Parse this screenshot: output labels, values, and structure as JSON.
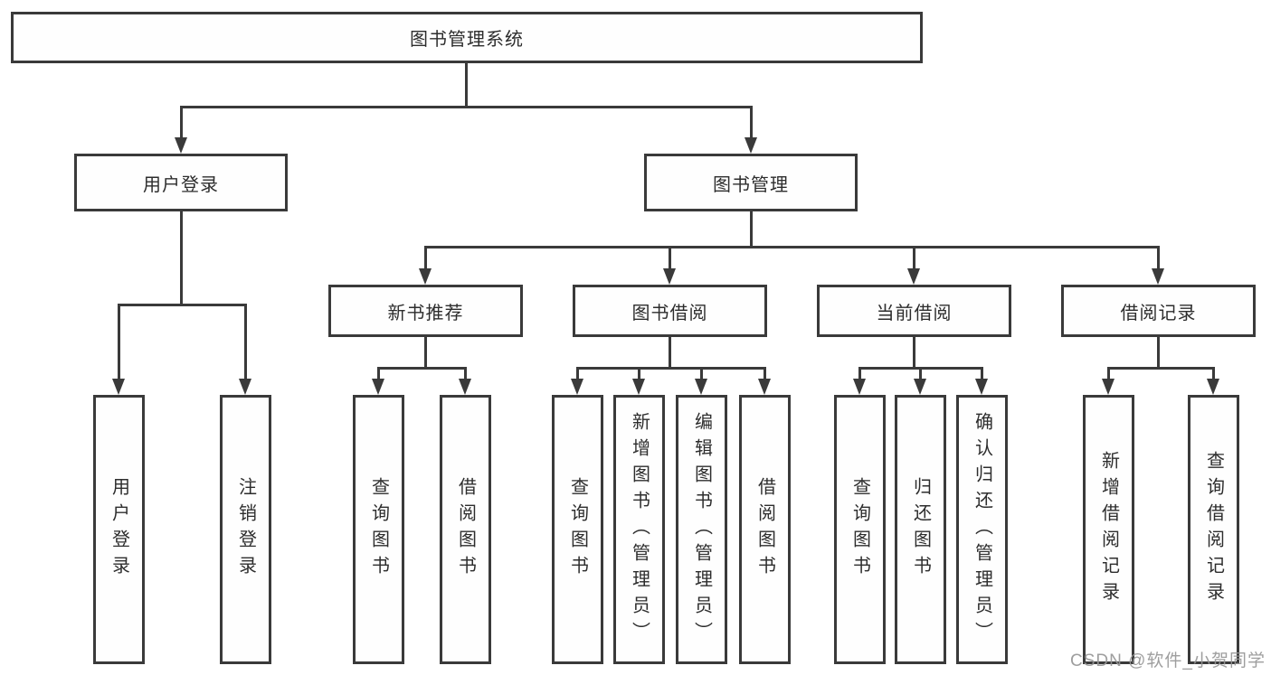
{
  "colors": {
    "line": "#3a3a3a",
    "text": "#2d2d2d",
    "background": "#ffffff",
    "watermark": "#969696"
  },
  "diagram": {
    "root_label": "图书管理系统",
    "level2": {
      "user_login": "用户登录",
      "book_mgmt": "图书管理"
    },
    "level3": {
      "new_book": "新书推荐",
      "book_borrow": "图书借阅",
      "current_borrow": "当前借阅",
      "borrow_record": "借阅记录"
    },
    "leaves": {
      "user_login": [
        "用户登录",
        "注销登录"
      ],
      "new_book": [
        "查询图书",
        "借阅图书"
      ],
      "book_borrow": [
        "查询图书",
        "新增图书（管理员）",
        "编辑图书（管理员）",
        "借阅图书"
      ],
      "current_borrow": [
        "查询图书",
        "归还图书",
        "确认归还（管理员）"
      ],
      "borrow_record": [
        "新增借阅记录",
        "查询借阅记录"
      ]
    }
  },
  "watermark": "CSDN @软件_小贺同学"
}
